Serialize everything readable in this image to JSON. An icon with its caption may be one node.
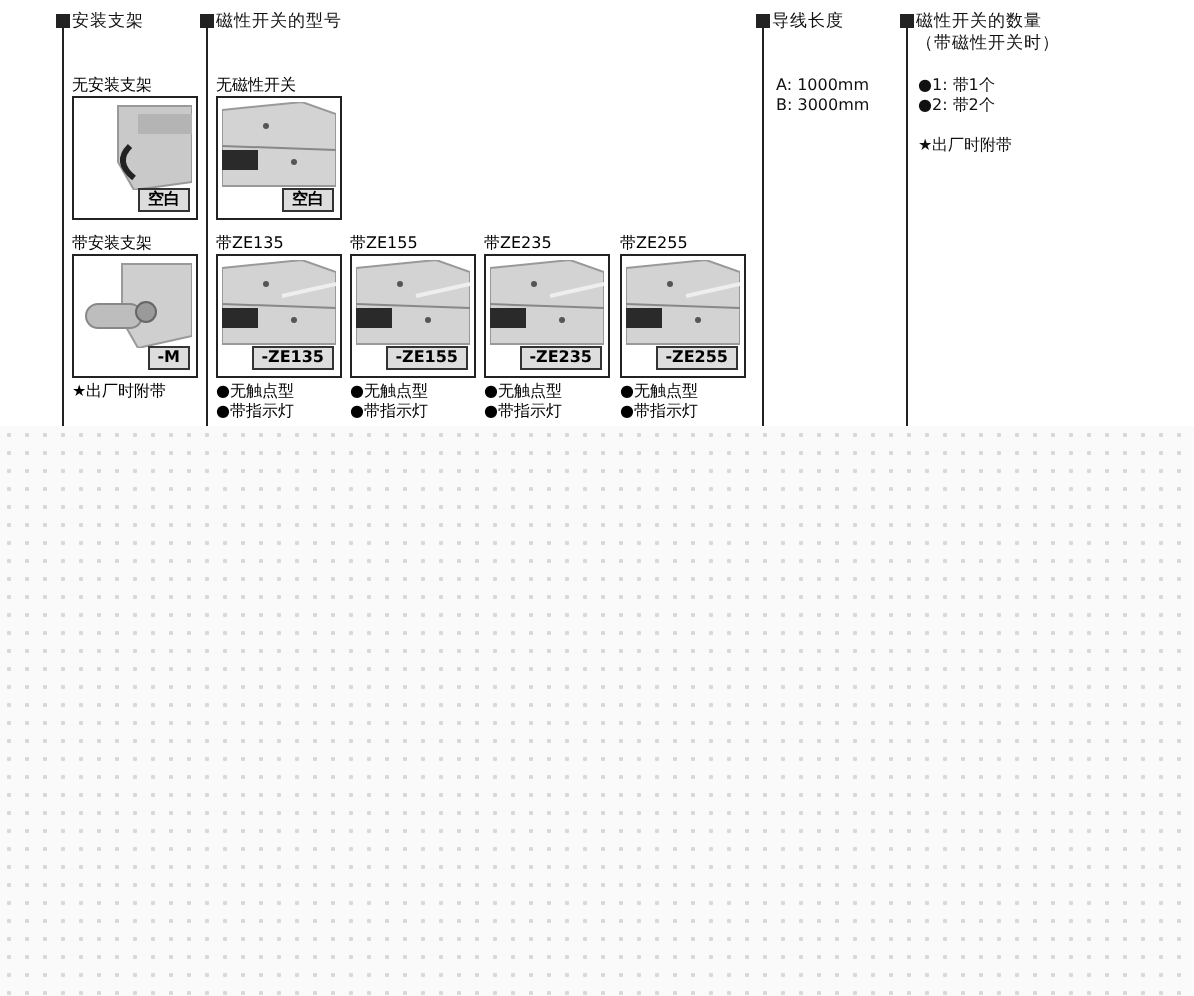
{
  "diagram": {
    "nodes": [
      {
        "text": [
          "无安装支架",
          "空白"
        ]
      },
      {
        "text": [
          "带安装支架",
          "-M"
        ],
        "beside": [
          "★出厂时附带"
        ]
      },
      {
        "text": [
          "无磁性开关",
          "空白"
        ]
      },
      {
        "text": [
          "带ZE135",
          "-ZE135"
        ],
        "beside": [
          "●无触点型",
          "●带指示灯"
        ]
      },
      {
        "text": [
          "带ZE155",
          "-ZE155"
        ],
        "beside": [
          "●无触点型",
          "●带指示灯"
        ]
      },
      {
        "text": [
          "带ZE235",
          "-ZE235"
        ],
        "beside": [
          "●无触点型",
          "●带指示灯"
        ]
      },
      {
        "text": [
          "带ZE255",
          "-ZE255"
        ],
        "beside": [
          "●无触点型",
          "●带指示灯"
        ]
      }
    ],
    "labels": [
      "安装支架",
      "磁性开关的型号",
      "导线长度",
      "A:  1000mm",
      "B:  3000mm",
      "磁性开关的数量（带磁性开关时）",
      "●1:  带1个",
      "●2:  带2个",
      "★出厂时附带"
    ]
  }
}
